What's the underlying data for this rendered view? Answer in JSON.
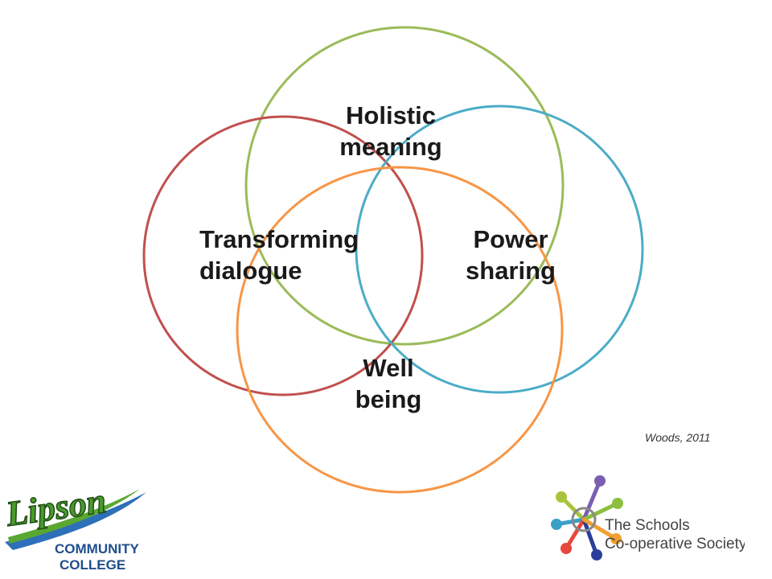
{
  "diagram": {
    "circles": [
      {
        "id": "holistic",
        "color": "#9bbb59"
      },
      {
        "id": "transforming",
        "color": "#c0504d"
      },
      {
        "id": "power",
        "color": "#4bacc6"
      },
      {
        "id": "wellbeing",
        "color": "#f79646"
      }
    ],
    "labels": {
      "holistic": [
        "Holistic",
        "meaning"
      ],
      "transforming": [
        "Transforming",
        "dialogue"
      ],
      "power": [
        "Power",
        "sharing"
      ],
      "wellbeing": [
        "Well",
        "being"
      ]
    }
  },
  "citation": "Woods, 2011",
  "logos": {
    "lipson": {
      "line1": "Lipson",
      "line2": "COMMUNITY",
      "line3": "COLLEGE"
    },
    "coop": {
      "line1": "The Schools",
      "line2": "Co-operative Society"
    }
  }
}
